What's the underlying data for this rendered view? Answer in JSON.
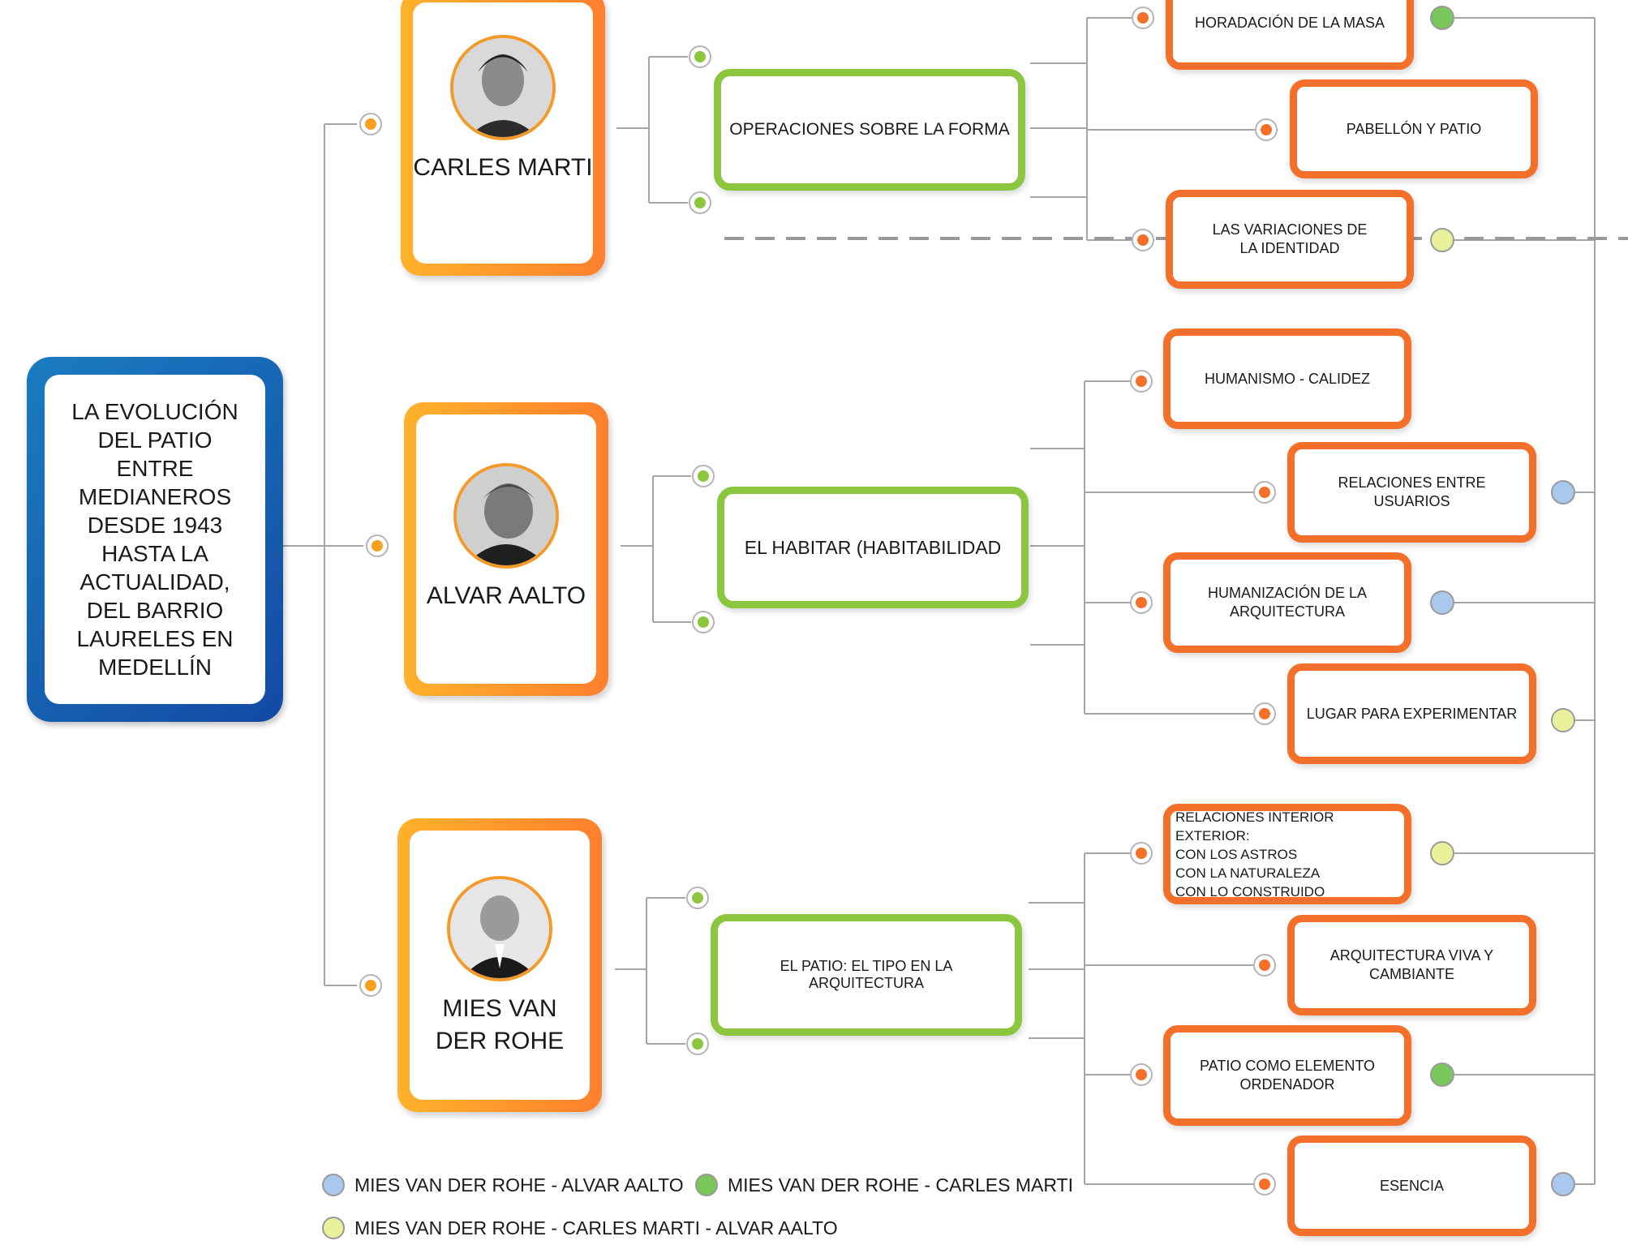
{
  "root": {
    "label": "LA EVOLUCIÓN DEL PATIO ENTRE MEDIANEROS DESDE 1943 HASTA LA ACTUALIDAD, DEL BARRIO LAURELES EN MEDELLÍN"
  },
  "authors": [
    {
      "name": "CARLES MARTI",
      "operation": "OPERACIONES SOBRE LA FORMA",
      "concepts": [
        "HORADACIÓN DE LA MASA",
        "PABELLÓN Y PATIO",
        "LAS VARIACIONES DE LA IDENTIDAD"
      ]
    },
    {
      "name": "ALVAR AALTO",
      "operation": "EL HABITAR (HABITABILIDAD",
      "concepts": [
        "HUMANISMO - CALIDEZ",
        "RELACIONES ENTRE USUARIOS",
        "HUMANIZACIÓN DE LA ARQUITECTURA",
        "LUGAR  PARA EXPERIMENTAR"
      ]
    },
    {
      "name": "MIES VAN DER ROHE",
      "operation": "EL PATIO: EL TIPO EN LA ARQUITECTURA",
      "concepts": [
        "RELACIONES INTERIOR EXTERIOR:\nCON LOS ASTROS\nCON LA NATURALEZA\nCON LO CONSTRUIDO",
        "ARQUITECTURA VIVA Y CAMBIANTE",
        "PATIO COMO ELEMENTO ORDENADOR",
        "ESENCIA"
      ]
    }
  ],
  "legend": [
    {
      "label": "MIES VAN DER ROHE - ALVAR AALTO",
      "color": "#a9c8ee"
    },
    {
      "label": "MIES VAN DER ROHE - CARLES MARTI",
      "color": "#79c65a"
    },
    {
      "label": "MIES VAN DER ROHE - CARLES MARTI - ALVAR AALTO",
      "color": "#e9f29a"
    }
  ],
  "colors": {
    "author_border": "#ff8c2d",
    "operation_border": "#8cc63f",
    "concept_border": "#f4702a",
    "root": "#1a5fb0",
    "connector": "#9a9a9a"
  }
}
